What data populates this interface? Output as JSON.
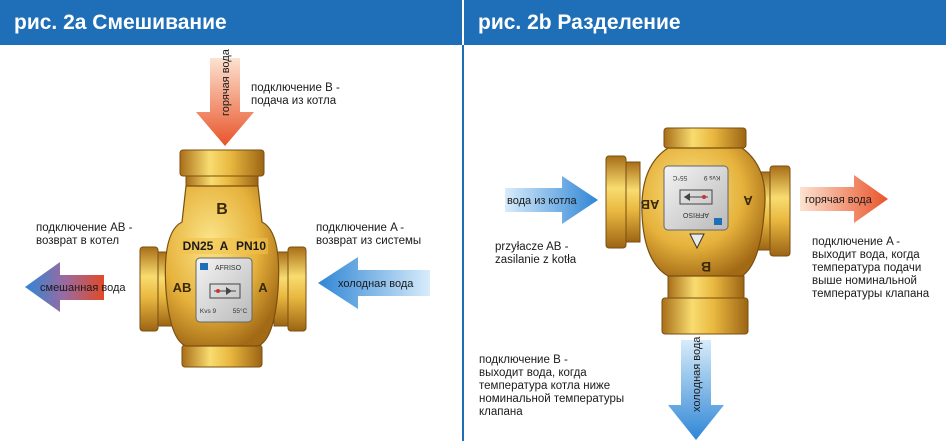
{
  "colors": {
    "header_bg": "#1e6fb8",
    "brass_light": "#f3cf57",
    "brass_dark": "#b0781d",
    "hot": "#e8542a",
    "cold": "#3a8fd8"
  },
  "left": {
    "title": "рис. 2а Смешивание",
    "arrow_top_label": "горячая вода",
    "conn_b": "подключение B -\nподача из котла",
    "conn_ab": "подключение AB -\nвозврат в котел",
    "conn_a": "подключение A -\nвозврат из системы",
    "arrow_left_label": "смешанная вода",
    "arrow_right_label": "холодная вода",
    "valve": {
      "port_top": "B",
      "port_left": "AB",
      "port_right": "A",
      "dn": "DN25",
      "pn": "PN10",
      "brand": "AFRISO",
      "kvs": "Kvs 9",
      "temp": "55°C"
    }
  },
  "right": {
    "title": "рис. 2b Разделение",
    "arrow_left_label": "вода из котла",
    "conn_ab": "przyłacze AB -\nzasilanie z kotła",
    "arrow_right_label": "горячая вода",
    "conn_a": "подключение A -\nвыходит вода, когда\nтемпература подачи\nвыше номинальной\nтемпературы клапана",
    "conn_b": "подключение B -\nвыходит вода, когда\nтемпература котла ниже\nноминальной температуры\nклапана",
    "arrow_bottom_label": "холодная вода",
    "valve": {
      "port_left": "AB",
      "port_right": "A",
      "port_bottom": "B",
      "brand": "AFRISO",
      "kvs": "Kvs 9",
      "temp": "55°C"
    }
  }
}
